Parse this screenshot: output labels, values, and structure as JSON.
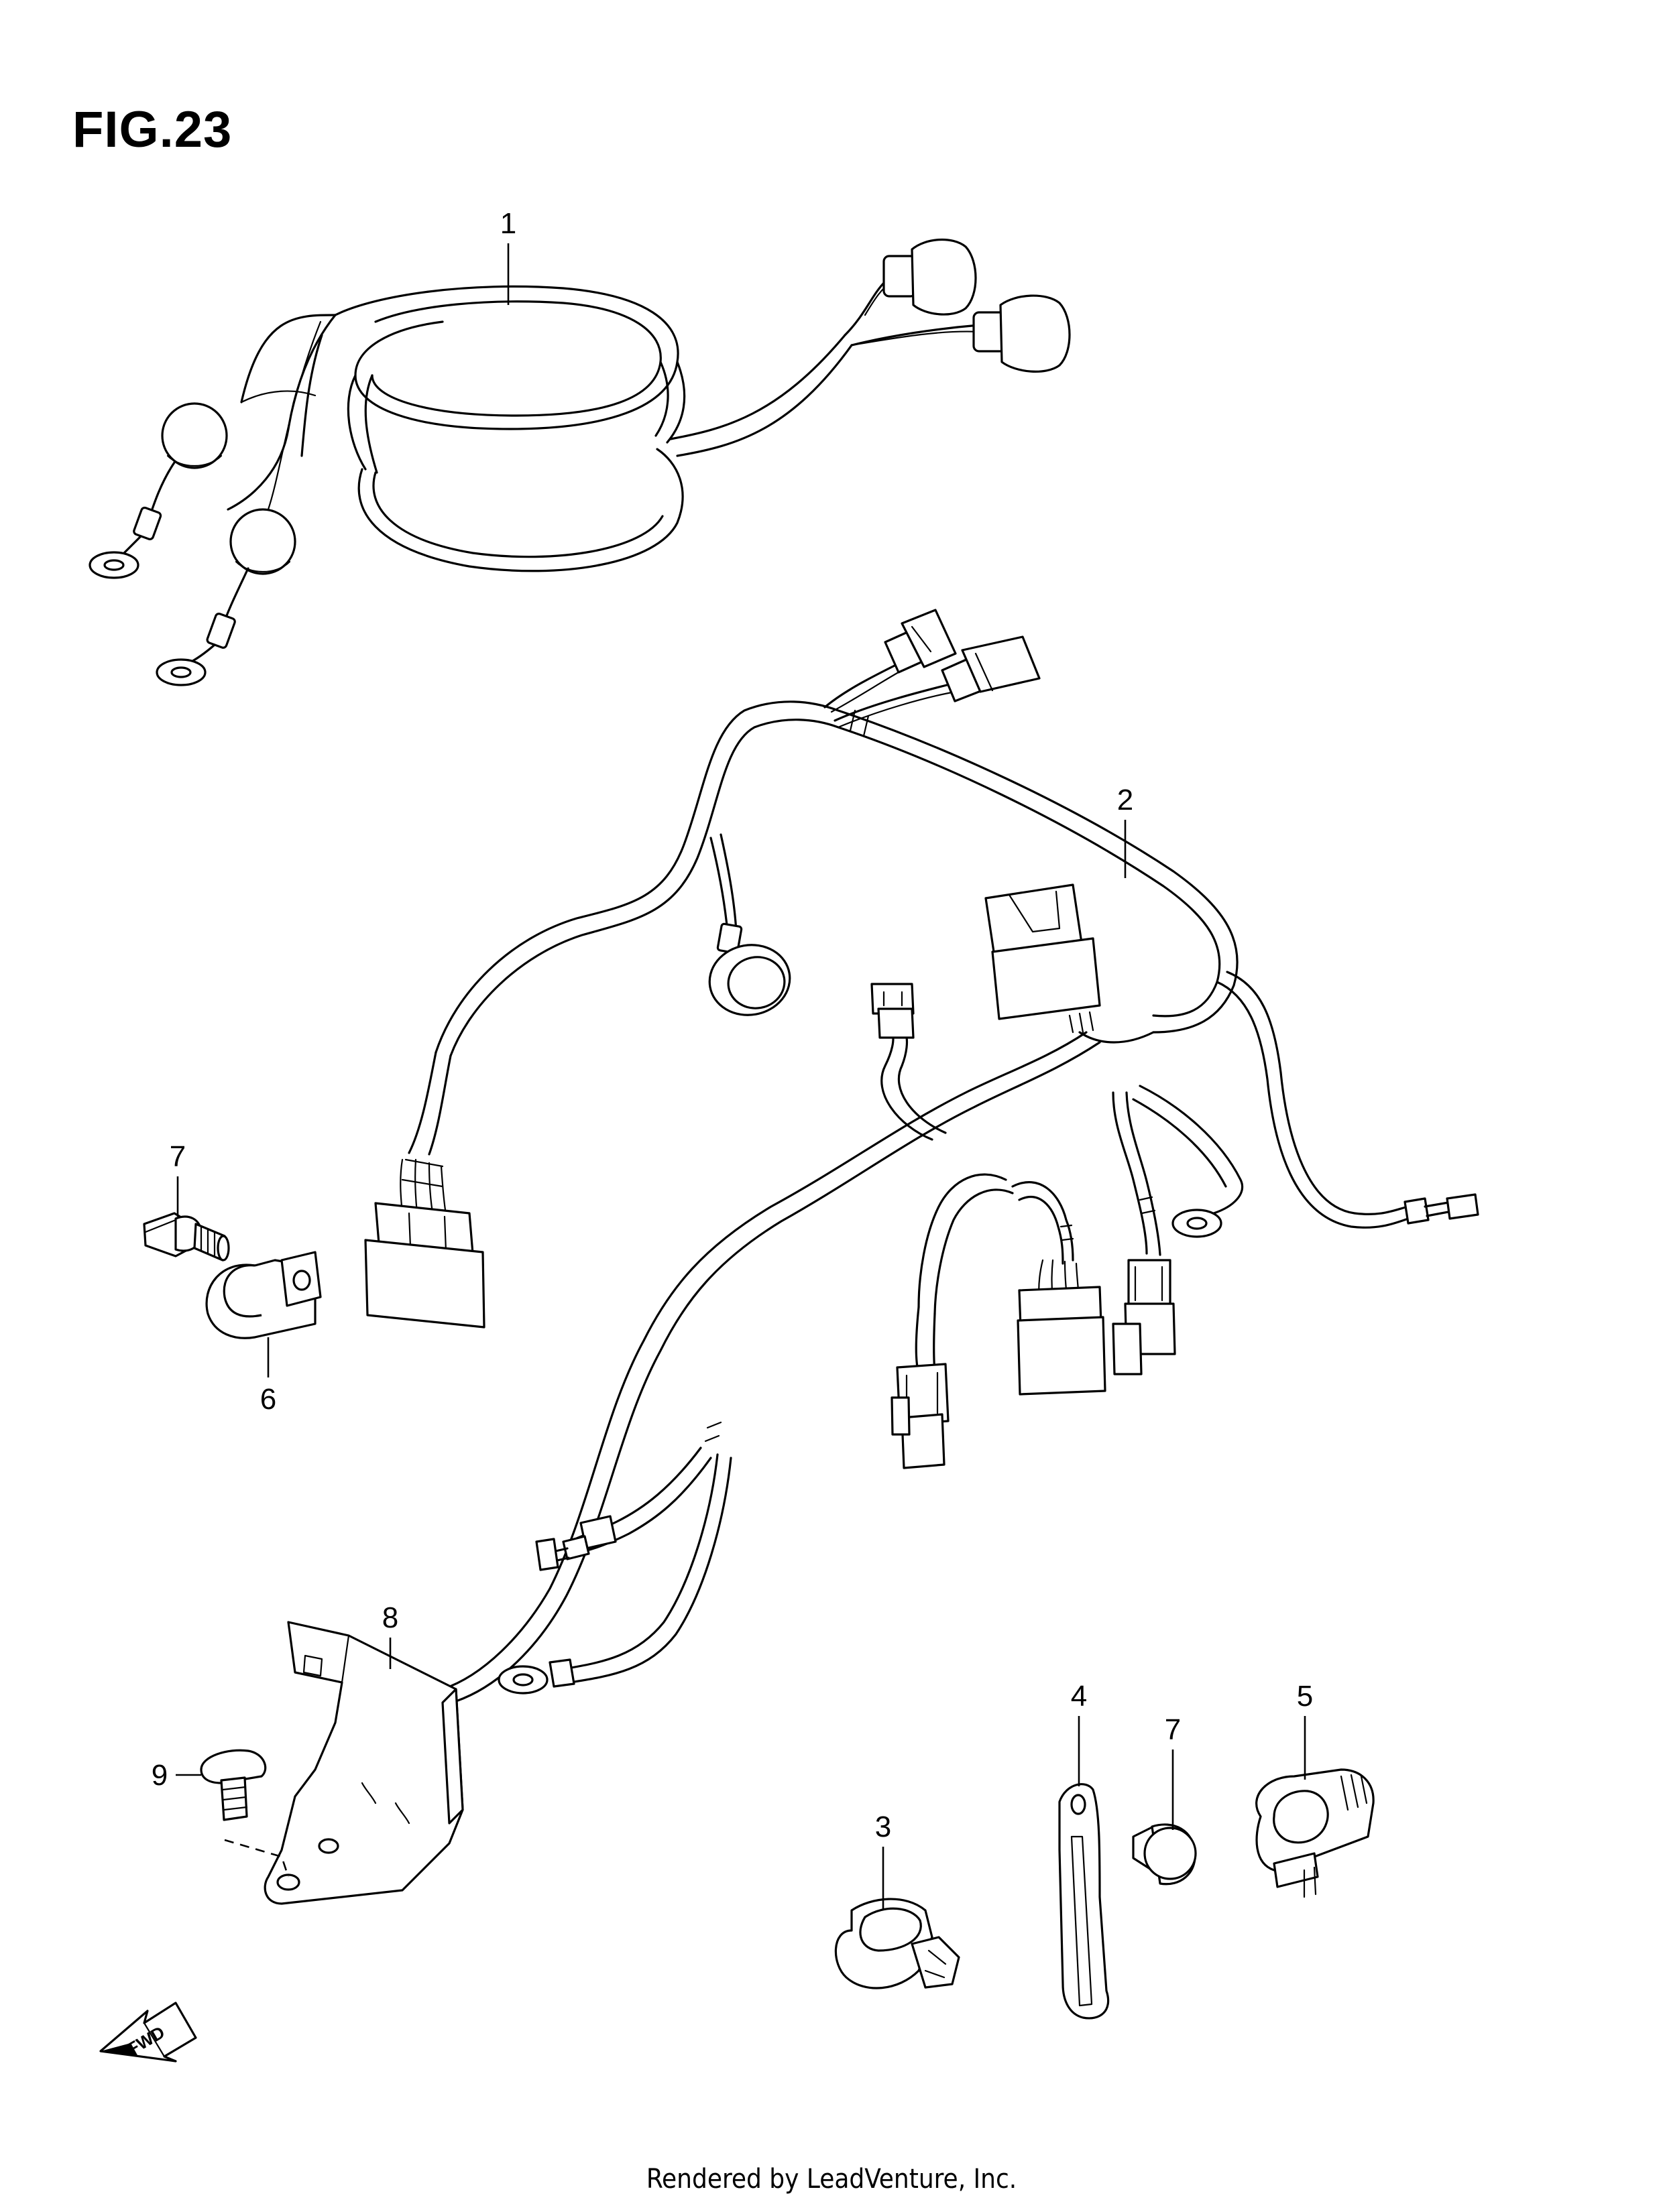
{
  "figure": {
    "title": "FIG.23"
  },
  "callouts": [
    {
      "id": "1",
      "label": "1"
    },
    {
      "id": "2",
      "label": "2"
    },
    {
      "id": "3",
      "label": "3"
    },
    {
      "id": "4",
      "label": "4"
    },
    {
      "id": "5",
      "label": "5"
    },
    {
      "id": "6",
      "label": "6"
    },
    {
      "id": "7a",
      "label": "7"
    },
    {
      "id": "7b",
      "label": "7"
    },
    {
      "id": "8",
      "label": "8"
    },
    {
      "id": "9",
      "label": "9"
    }
  ],
  "direction_indicator": {
    "label": "FWD",
    "icon": "fwd-arrow-icon"
  },
  "footer": {
    "text": "Rendered by LeadVenture, Inc."
  }
}
